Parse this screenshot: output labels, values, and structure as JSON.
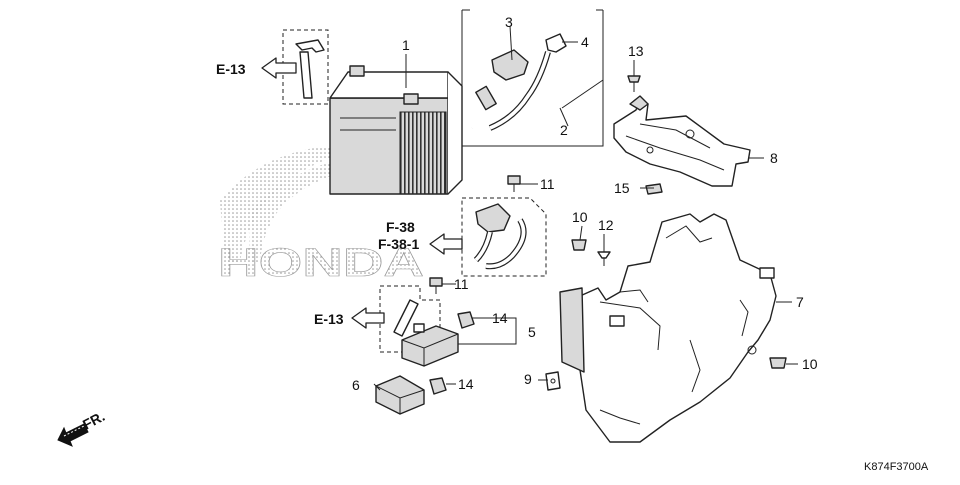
{
  "callouts": [
    {
      "n": "1"
    },
    {
      "n": "2"
    },
    {
      "n": "3"
    },
    {
      "n": "4"
    },
    {
      "n": "5"
    },
    {
      "n": "6"
    },
    {
      "n": "7"
    },
    {
      "n": "8"
    },
    {
      "n": "9"
    },
    {
      "n": "10"
    },
    {
      "n": "10"
    },
    {
      "n": "11"
    },
    {
      "n": "11"
    },
    {
      "n": "12"
    },
    {
      "n": "13"
    },
    {
      "n": "14"
    },
    {
      "n": "14"
    },
    {
      "n": "15"
    }
  ],
  "refs": {
    "e13_top": "E-13",
    "f38": "F-38",
    "f381": "F-38-1",
    "e13_bottom": "E-13"
  },
  "direction_label": "FR.",
  "watermark": "HONDA",
  "diagram_code": "K874F3700A",
  "icons": {
    "arrow": "hollow-arrow-icon",
    "front": "front-direction-arrow-icon"
  }
}
